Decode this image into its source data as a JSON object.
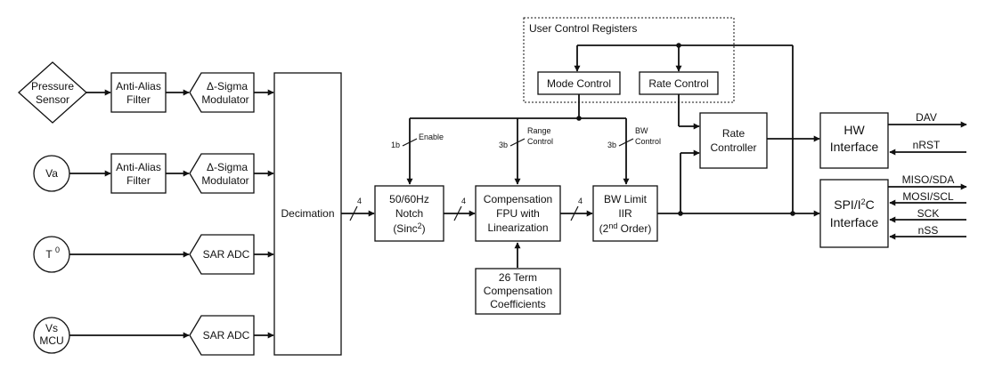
{
  "diagram": {
    "sensors": {
      "pressure": [
        "Pressure",
        "Sensor"
      ],
      "va": "Va",
      "temp": "T",
      "temp_sup": "0",
      "vs": [
        "Vs",
        "MCU"
      ]
    },
    "anti_alias_1": [
      "Anti-Alias",
      "Filter"
    ],
    "anti_alias_2": [
      "Anti-Alias",
      "Filter"
    ],
    "modulator_1": [
      "Δ-Sigma",
      "Modulator"
    ],
    "modulator_2": [
      "Δ-Sigma",
      "Modulator"
    ],
    "sar_adc_1": "SAR ADC",
    "sar_adc_2": "SAR ADC",
    "decimation": "Decimation",
    "notch": {
      "line1": "50/60Hz",
      "line2": "Notch",
      "line3_pre": "(Sinc",
      "line3_sup": "2",
      "line3_post": ")"
    },
    "compensation": [
      "Compensation",
      "FPU with",
      "Linearization"
    ],
    "coefficients": [
      "26 Term",
      "Compensation",
      "Coefficients"
    ],
    "bw_limit": {
      "line1": "BW Limit",
      "line2": "IIR",
      "line3_pre": "(2",
      "line3_sup": "nd",
      "line3_post": " Order)"
    },
    "user_registers": {
      "title": "User Control Registers",
      "mode_control": "Mode Control",
      "rate_control": "Rate Control"
    },
    "rate_controller": [
      "Rate",
      "Controller"
    ],
    "hw_interface": [
      "HW",
      "Interface"
    ],
    "spi_interface": {
      "line1_pre": "SPI/I",
      "line1_sup": "2",
      "line1_post": "C",
      "line2": "Interface"
    },
    "signals": {
      "dav": "DAV",
      "nrst": "nRST",
      "miso": "MISO/SDA",
      "mosi": "MOSI/SCL",
      "sck": "SCK",
      "nss": "nSS"
    },
    "bus_widths": {
      "dec_notch": "4",
      "notch_comp": "4",
      "comp_bw": "4"
    },
    "control_taps": {
      "enable_width": "1b",
      "enable_label": "Enable",
      "range_width": "3b",
      "range_label": [
        "Range",
        "Control"
      ],
      "bw_width": "3b",
      "bw_label": [
        "BW",
        "Control"
      ]
    }
  }
}
